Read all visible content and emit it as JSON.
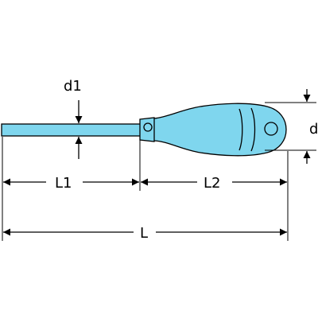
{
  "labels": {
    "shaft_diameter": "d1",
    "handle_diameter": "d",
    "shaft_length": "L1",
    "handle_length": "L2",
    "overall_length": "L"
  },
  "colors": {
    "tool_fill": "#7fd6ee",
    "outline": "#000000",
    "guide": "#000000"
  }
}
